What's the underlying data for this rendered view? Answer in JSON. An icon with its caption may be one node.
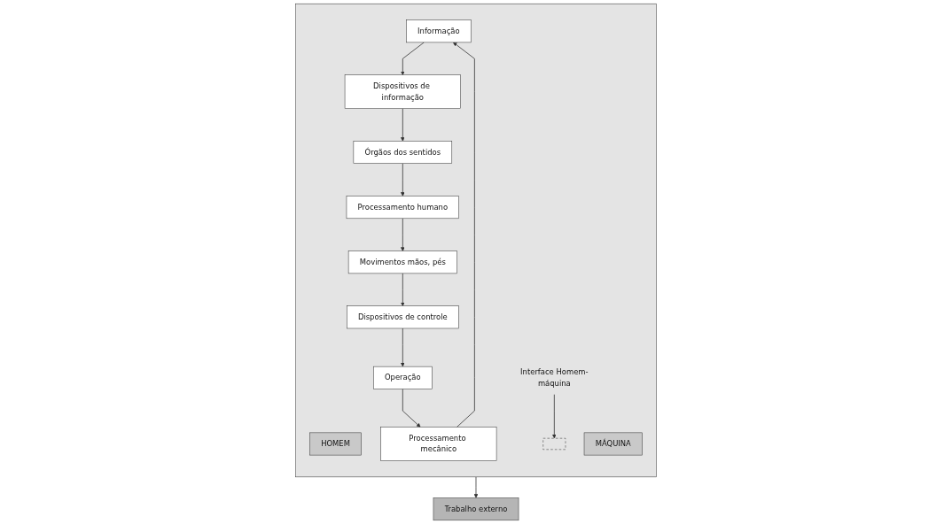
{
  "diagram": {
    "nodes": [
      {
        "text": [],
        "shape": "box"
      },
      {
        "text": [
          "HOMEM"
        ],
        "in": 0
      },
      {
        "text": [
          "MÁQUINA"
        ],
        "in": 0
      },
      {
        "text": [
          "Órgãos dos sentidos"
        ],
        "in": 0
      },
      {
        "text": [
          "Dispositivos de informação"
        ],
        "in": 0
      },
      {
        "text": [
          "Informação"
        ],
        "in": 0
      },
      {
        "text": [
          "Processamento humano"
        ],
        "in": 0
      },
      {
        "text": [
          "Processamento mecânico"
        ],
        "in": 0
      },
      {
        "text": [
          "Interface Homem-máquina"
        ],
        "in": 0
      },
      {
        "text": [],
        "shape": "bar",
        "in": 0
      },
      {
        "text": [
          "Movimentos mãos, pés"
        ],
        "in": 0
      },
      {
        "text": [
          "Dispositivos de controle"
        ],
        "in": 0
      },
      {
        "text": [
          "Operação"
        ],
        "in": 0
      },
      {
        "text": [
          "Trabalho externo"
        ]
      }
    ],
    "edges": [
      {
        "from": 5,
        "to": 4,
        "arrow": "to"
      },
      {
        "from": 4,
        "to": 3,
        "arrow": "to"
      },
      {
        "from": 3,
        "to": 6,
        "arrow": "to"
      },
      {
        "from": 6,
        "to": 10,
        "arrow": "to"
      },
      {
        "from": 10,
        "to": 11,
        "arrow": "to"
      },
      {
        "from": 11,
        "to": 12,
        "arrow": "to"
      },
      {
        "from": 12,
        "to": 7,
        "arrow": "to"
      },
      {
        "from": 7,
        "to": 5,
        "arrow": "to"
      },
      {
        "from": 0,
        "to": 13,
        "arrow": "to"
      },
      {
        "from": 8,
        "to": 9,
        "arrow": "to"
      }
    ]
  }
}
